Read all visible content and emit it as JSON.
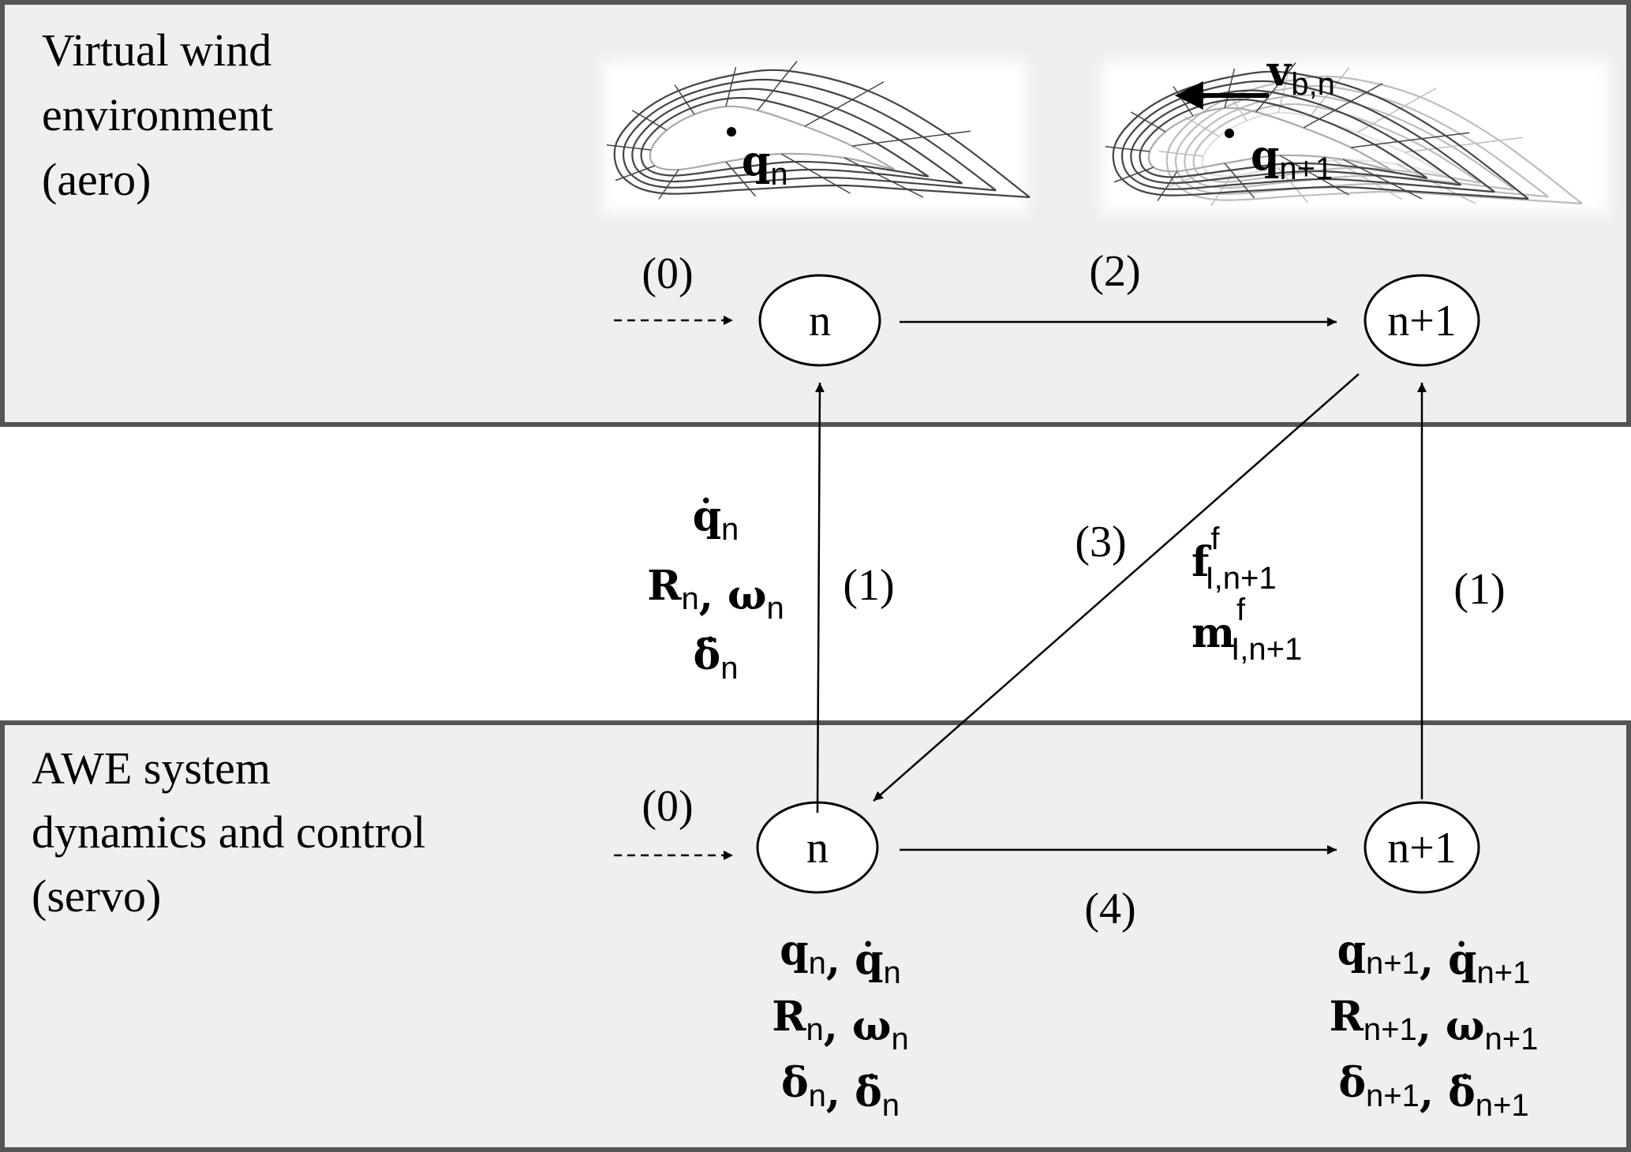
{
  "panels": {
    "top": {
      "label_lines": [
        "Virtual wind",
        "environment",
        "(aero)"
      ],
      "fill": "#efefef",
      "border": "#555555"
    },
    "bottom": {
      "label_lines": [
        "AWE system",
        "dynamics and control",
        "(servo)"
      ],
      "fill": "#efefef",
      "border": "#555555"
    }
  },
  "nodes": {
    "top_n": "n",
    "top_n1": "n+1",
    "bottom_n": "n",
    "bottom_n1": "n+1"
  },
  "steps": {
    "top_init": "(0)",
    "top_advance": "(2)",
    "up_left": "(1)",
    "diagonal": "(3)",
    "up_right": "(1)",
    "bottom_init": "(0)",
    "bottom_advance": "(4)"
  },
  "airfoil_labels": {
    "q_n": [
      {
        "b": "q",
        "s": "n"
      }
    ],
    "q_n1": [
      {
        "b": "q",
        "s": "n+1"
      }
    ],
    "v_bn": [
      {
        "b": "v",
        "s": "b,n"
      }
    ]
  },
  "formulas": {
    "up_left": [
      [
        {
          "b": "q̇",
          "s": "n"
        }
      ],
      [
        {
          "b": "R",
          "s": "n"
        },
        {
          "b": ", ω",
          "s": "n"
        }
      ],
      [
        {
          "b": "δ̇",
          "s": "n"
        }
      ]
    ],
    "diagonal": [
      [
        {
          "b": "f",
          "s": "I,n+1",
          "sup": "f"
        }
      ],
      [
        {
          "b": "m",
          "s": "I,n+1",
          "sup": "f"
        }
      ]
    ],
    "bottom_n": [
      [
        {
          "b": "q",
          "s": "n"
        },
        {
          "b": ", q̇",
          "s": "n"
        }
      ],
      [
        {
          "b": "R",
          "s": "n"
        },
        {
          "b": ", ω",
          "s": "n"
        }
      ],
      [
        {
          "b": "δ",
          "s": "n"
        },
        {
          "b": ", δ̇",
          "s": "n"
        }
      ]
    ],
    "bottom_n1": [
      [
        {
          "b": "q",
          "s": "n+1"
        },
        {
          "b": ", q̇",
          "s": "n+1"
        }
      ],
      [
        {
          "b": "R",
          "s": "n+1"
        },
        {
          "b": ", ω",
          "s": "n+1"
        }
      ],
      [
        {
          "b": "δ",
          "s": "n+1"
        },
        {
          "b": ", δ̇",
          "s": "n+1"
        }
      ]
    ]
  }
}
